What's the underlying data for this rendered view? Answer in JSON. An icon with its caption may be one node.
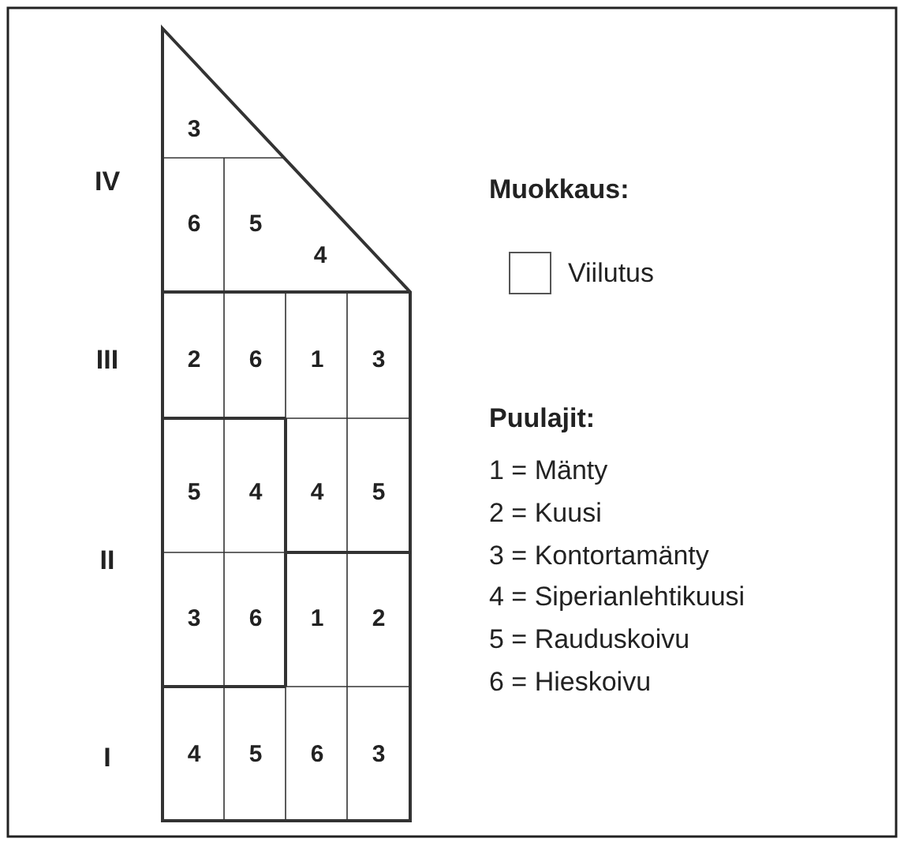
{
  "diagram": {
    "labels": [
      "3",
      "IV",
      "6",
      "5",
      "4",
      "Muokkaus:",
      "III",
      "2",
      "6",
      "1",
      "3",
      "Puulajit:",
      "1 = Mänty",
      "5",
      "4",
      "4",
      "5",
      "2 = Kuusi",
      "II",
      "3 = Kontortamänty",
      "4 = Siperianlehtikuusi",
      "3",
      "6",
      "1",
      "2",
      "5 = Rauduskoivu",
      "6 = Hieskoivu",
      "I",
      "4",
      "5",
      "6",
      "3"
    ],
    "legend": [
      {
        "text": "Viilutus"
      }
    ]
  }
}
